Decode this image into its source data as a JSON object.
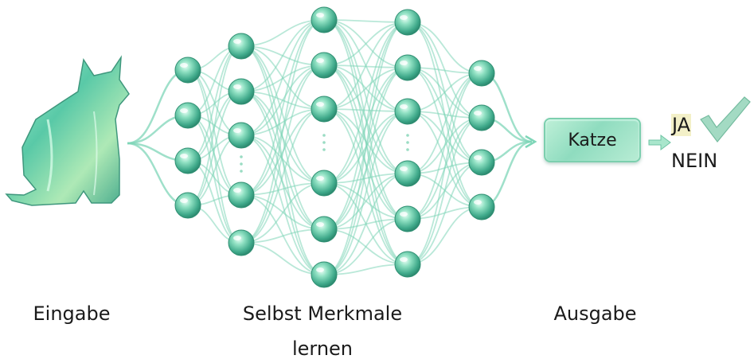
{
  "labels": {
    "input": "Eingabe",
    "hidden_line1": "Selbst Merkmale",
    "hidden_line2": "lernen",
    "output": "Ausgabe"
  },
  "output_box": {
    "text": "Katze"
  },
  "answers": {
    "yes": "JA",
    "no": "NEIN"
  },
  "icons": {
    "input_image": "glass-cat-icon",
    "check": "checkmark-icon"
  },
  "colors": {
    "node": "#5fc9a6",
    "edge": "#7fd6b8",
    "highlight": "#f3f0c8"
  }
}
